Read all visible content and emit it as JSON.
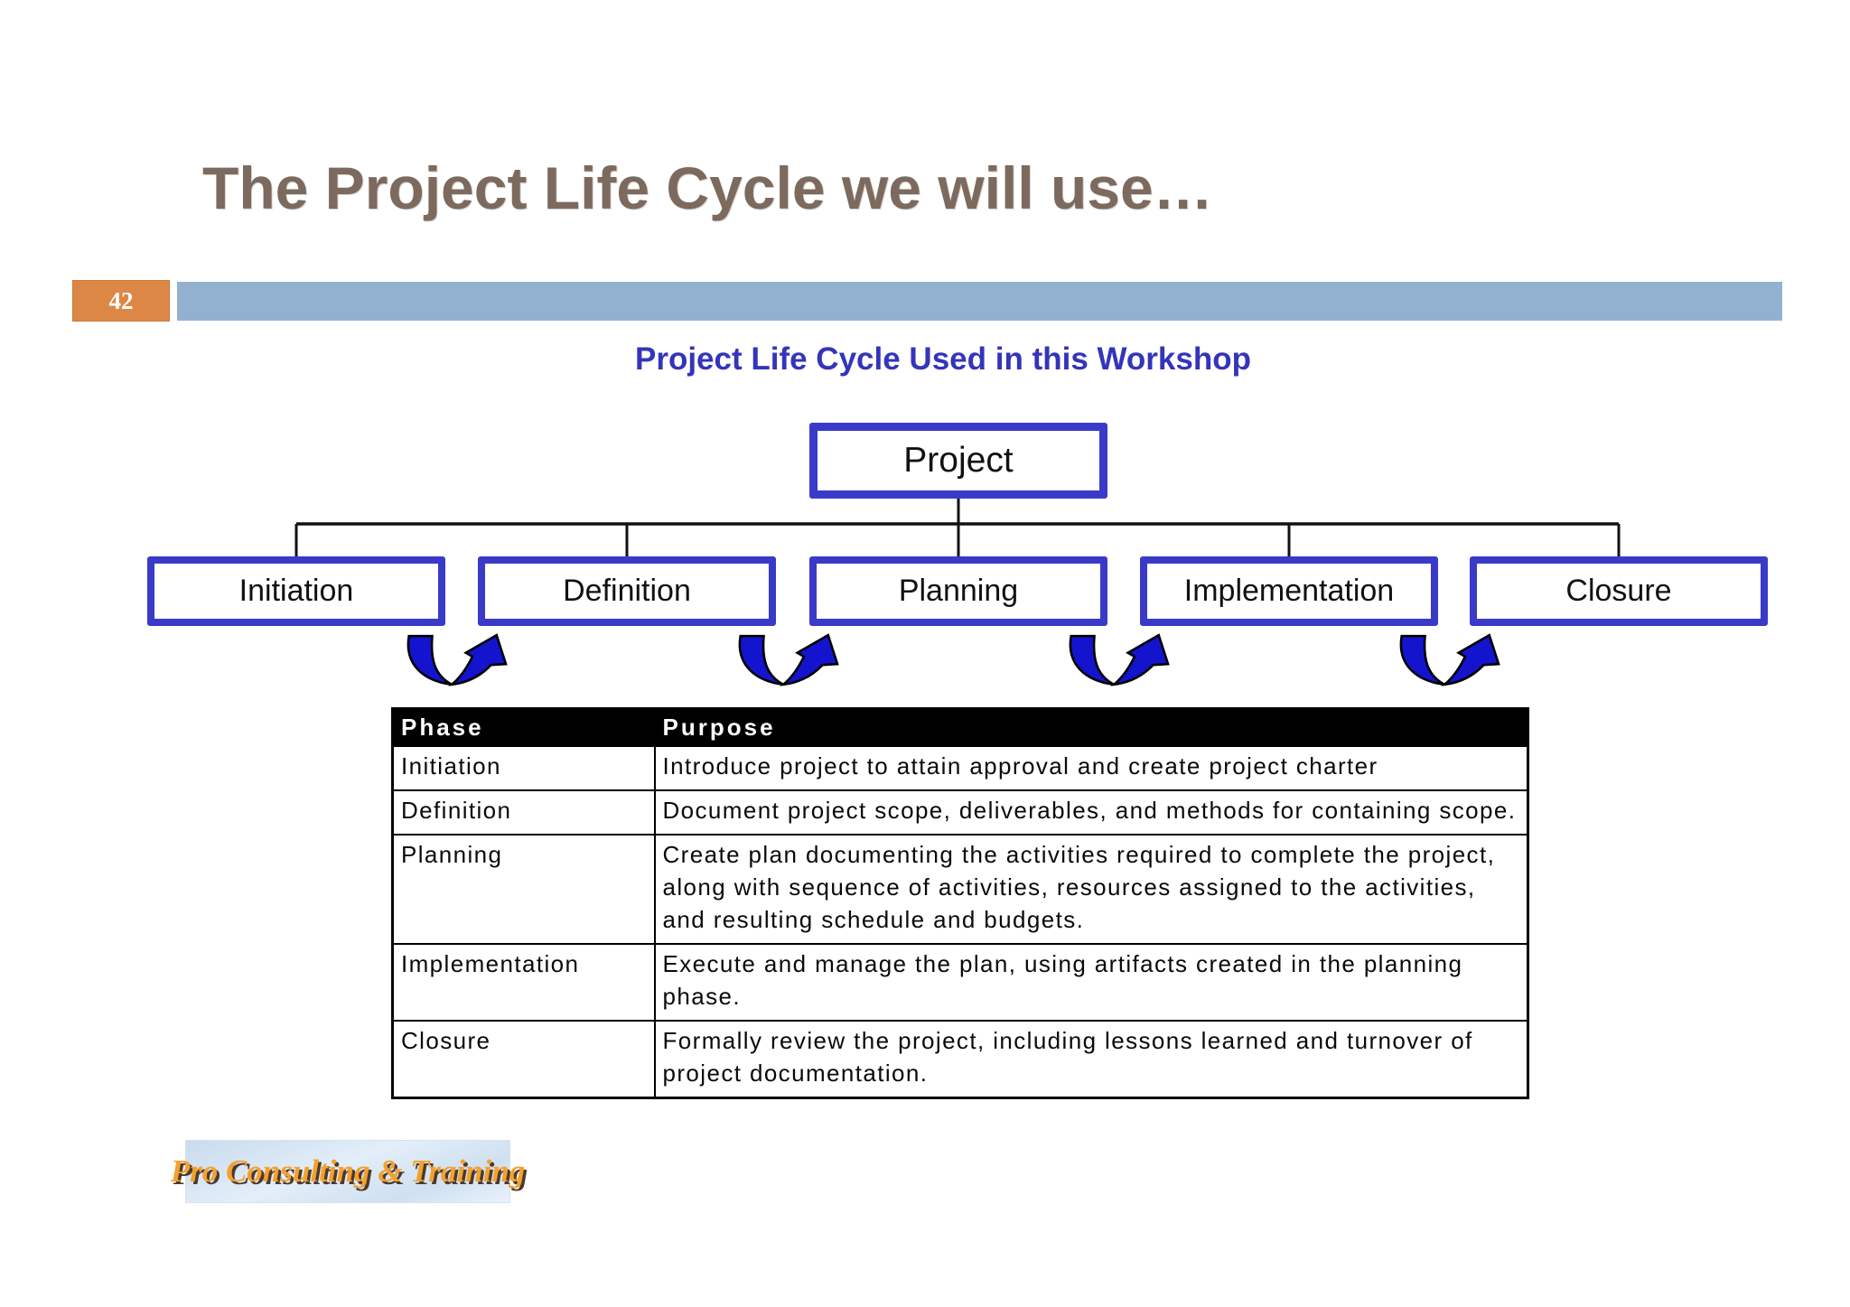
{
  "slide": {
    "title": "The Project Life Cycle we will use…",
    "page_number": "42",
    "subtitle": "Project Life Cycle Used in this Workshop"
  },
  "diagram": {
    "root_label": "Project",
    "phases": [
      "Initiation",
      "Definition",
      "Planning",
      "Implementation",
      "Closure"
    ],
    "arrow_icon_count": 4
  },
  "table": {
    "headers": {
      "phase": "Phase",
      "purpose": "Purpose"
    },
    "rows": [
      {
        "phase": "Initiation",
        "purpose": "Introduce project to attain approval and create project charter"
      },
      {
        "phase": "Definition",
        "purpose": "Document project scope, deliverables, and methods for containing scope."
      },
      {
        "phase": "Planning",
        "purpose": "Create plan documenting the activities required to complete the project, along with sequence of activities, resources assigned to the activities, and resulting schedule and budgets."
      },
      {
        "phase": "Implementation",
        "purpose": "Execute and manage the plan, using artifacts created in the planning phase."
      },
      {
        "phase": "Closure",
        "purpose": "Formally review the project, including lessons learned and turnover of project documentation."
      }
    ]
  },
  "footer": {
    "logo_text": "Pro Consulting & Training"
  },
  "colors": {
    "title_text": "#7c6a5f",
    "accent_orange": "#dd8746",
    "top_bar_blue": "#92b1d0",
    "subtitle_blue": "#3434bb",
    "box_border_blue": "#3a3ac9",
    "arrow_blue": "#1414cf",
    "table_header_bg": "#000000",
    "logo_text_orange": "#f5a02d"
  }
}
